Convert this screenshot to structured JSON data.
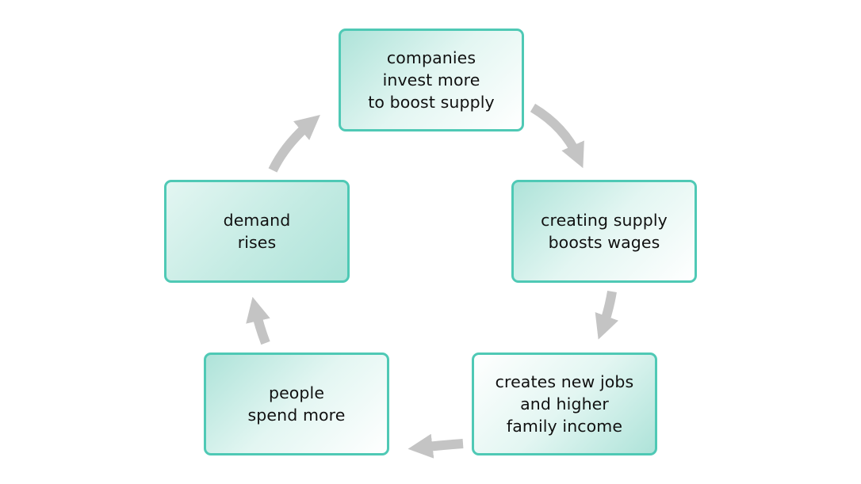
{
  "diagram": {
    "nodes": [
      {
        "id": "box1",
        "lines": [
          "companies",
          "invest more",
          "to boost supply"
        ]
      },
      {
        "id": "box2",
        "lines": [
          "creating supply",
          "boosts wages"
        ]
      },
      {
        "id": "box3",
        "lines": [
          "creates new jobs",
          "and higher",
          "family income"
        ]
      },
      {
        "id": "box4",
        "lines": [
          "people",
          "spend more"
        ]
      },
      {
        "id": "box5",
        "lines": [
          "demand",
          "rises"
        ]
      }
    ],
    "edges": [
      {
        "from": "box1",
        "to": "box2"
      },
      {
        "from": "box2",
        "to": "box3"
      },
      {
        "from": "box3",
        "to": "box4"
      },
      {
        "from": "box4",
        "to": "box5"
      },
      {
        "from": "box5",
        "to": "box1"
      }
    ],
    "colors": {
      "border": "#4fc9b5",
      "arrow": "#c4c4c4",
      "text": "#111111"
    }
  }
}
